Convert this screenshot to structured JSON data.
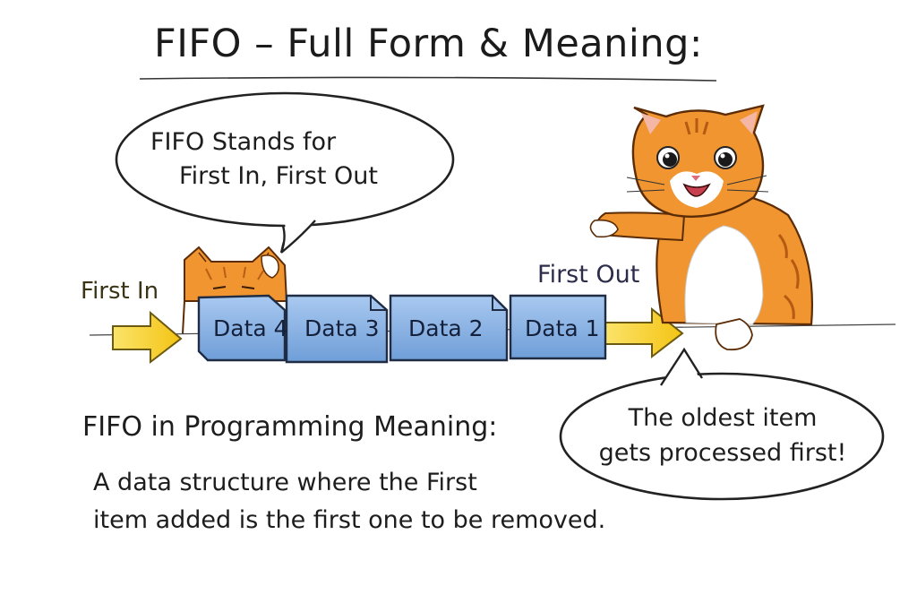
{
  "title": "FIFO – Full Form & Meaning:",
  "speech_bubble_left": {
    "line1": "FIFO Stands for",
    "line2": "First In, First Out"
  },
  "speech_bubble_right": {
    "line1": "The oldest item",
    "line2": "gets processed first!"
  },
  "queue": {
    "entry_label": "First In",
    "exit_label": "First Out",
    "blocks": [
      "Data 4",
      "Data 3",
      "Data 2",
      "Data 1"
    ]
  },
  "programming": {
    "heading": "FIFO in Programming Meaning:",
    "line1": "A data structure where the First",
    "line2": "item added is the first one to be removed."
  },
  "colors": {
    "arrow_fill": "#f5d21b",
    "block_fill": "#8fb6e6",
    "cat_orange": "#f0952f"
  },
  "icons": [
    "small-cat-icon",
    "big-cat-icon",
    "right-arrow-icon"
  ]
}
